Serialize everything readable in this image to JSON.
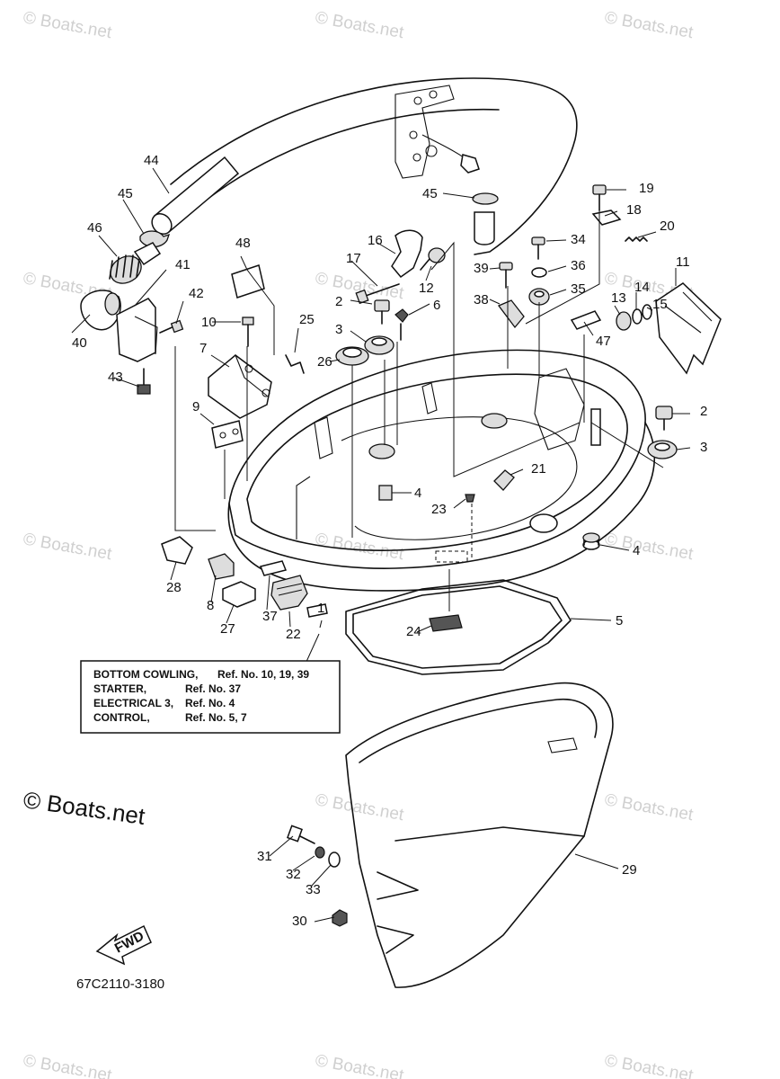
{
  "watermark": "© Boats.net",
  "copyright": "© Boats.net",
  "diagram_code": "67C2110-3180",
  "fwd_label": "FWD",
  "legend": [
    {
      "name": "BOTTOM COWLING,",
      "ref": "Ref. No. 10, 19, 39"
    },
    {
      "name": "STARTER,",
      "ref": "Ref. No. 37"
    },
    {
      "name": "ELECTRICAL 3,",
      "ref": "Ref. No. 4"
    },
    {
      "name": "CONTROL,",
      "ref": "Ref. No. 5, 7"
    }
  ],
  "callouts": [
    "44",
    "45",
    "46",
    "41",
    "40",
    "42",
    "43",
    "10",
    "7",
    "9",
    "48",
    "25",
    "26",
    "17",
    "16",
    "2",
    "3",
    "6",
    "12",
    "45",
    "19",
    "18",
    "20",
    "34",
    "39",
    "36",
    "38",
    "35",
    "11",
    "13",
    "14",
    "15",
    "47",
    "2",
    "3",
    "21",
    "4",
    "23",
    "4",
    "5",
    "24",
    "28",
    "8",
    "27",
    "37",
    "22",
    "1",
    "31",
    "32",
    "33",
    "30",
    "29"
  ]
}
